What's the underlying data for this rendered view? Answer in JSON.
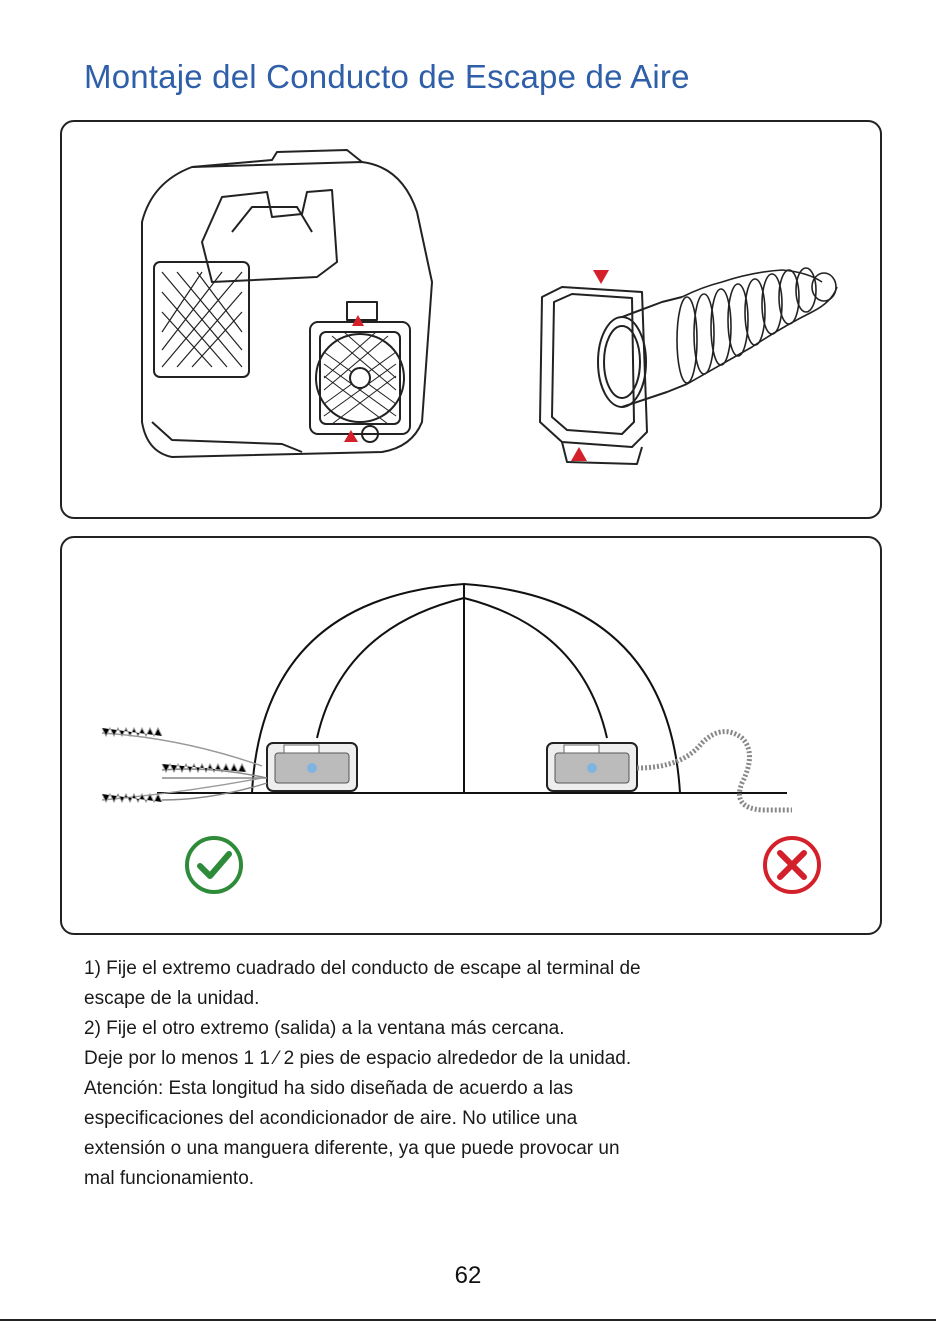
{
  "page": {
    "title": "Montaje del Conducto de Escape de Aire",
    "page_number": "62"
  },
  "figures": {
    "assembly": {
      "icons": [
        "portable-air-conditioner-icon",
        "exhaust-hose-adapter-icon",
        "alignment-arrow-icon"
      ],
      "accent_color": "#d4202a"
    },
    "placement": {
      "icons": [
        "check-mark-icon",
        "cross-mark-icon"
      ],
      "correct_color": "#2e8b3a",
      "incorrect_color": "#d4202a"
    }
  },
  "instructions": {
    "lines": [
      "1) Fije el extremo cuadrado del conducto de escape al terminal de",
      "escape de la unidad.",
      "2) Fije el otro extremo (salida) a la ventana más cercana.",
      "Deje por lo menos 1 1 ⁄ 2 pies de espacio alrededor  de la unidad.",
      "Atención: Esta longitud ha sido diseñada de acuerdo a las",
      "especificaciones del acondicionador de aire. No utilice una",
      "extensión o una manguera diferente, ya que puede provocar un",
      "mal funcionamiento."
    ]
  }
}
